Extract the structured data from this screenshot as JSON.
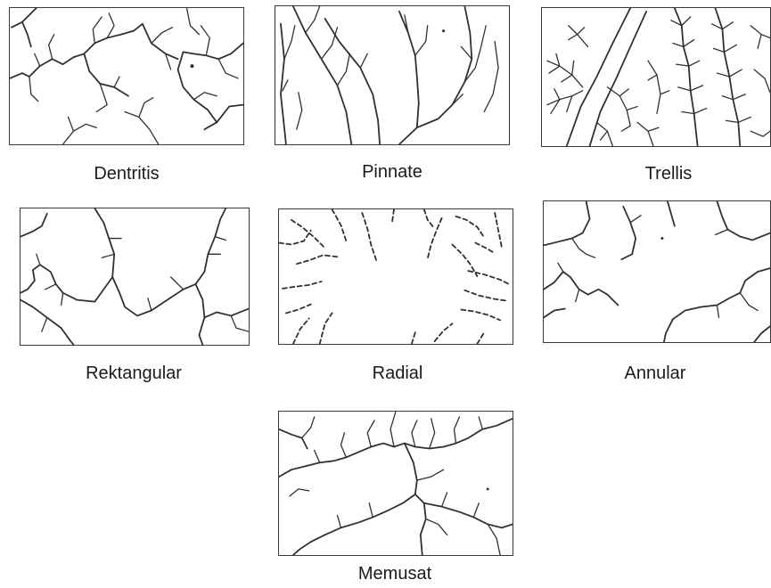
{
  "panels": [
    {
      "id": "dentritis",
      "label": "Dentritis"
    },
    {
      "id": "pinnate",
      "label": "Pinnate"
    },
    {
      "id": "trellis",
      "label": "Trellis"
    },
    {
      "id": "rektangular",
      "label": "Rektangular"
    },
    {
      "id": "radial",
      "label": "Radial"
    },
    {
      "id": "annular",
      "label": "Annular"
    },
    {
      "id": "memusat",
      "label": "Memusat"
    }
  ],
  "line_color": "#2f2f35",
  "border_color": "#3a3a3a"
}
